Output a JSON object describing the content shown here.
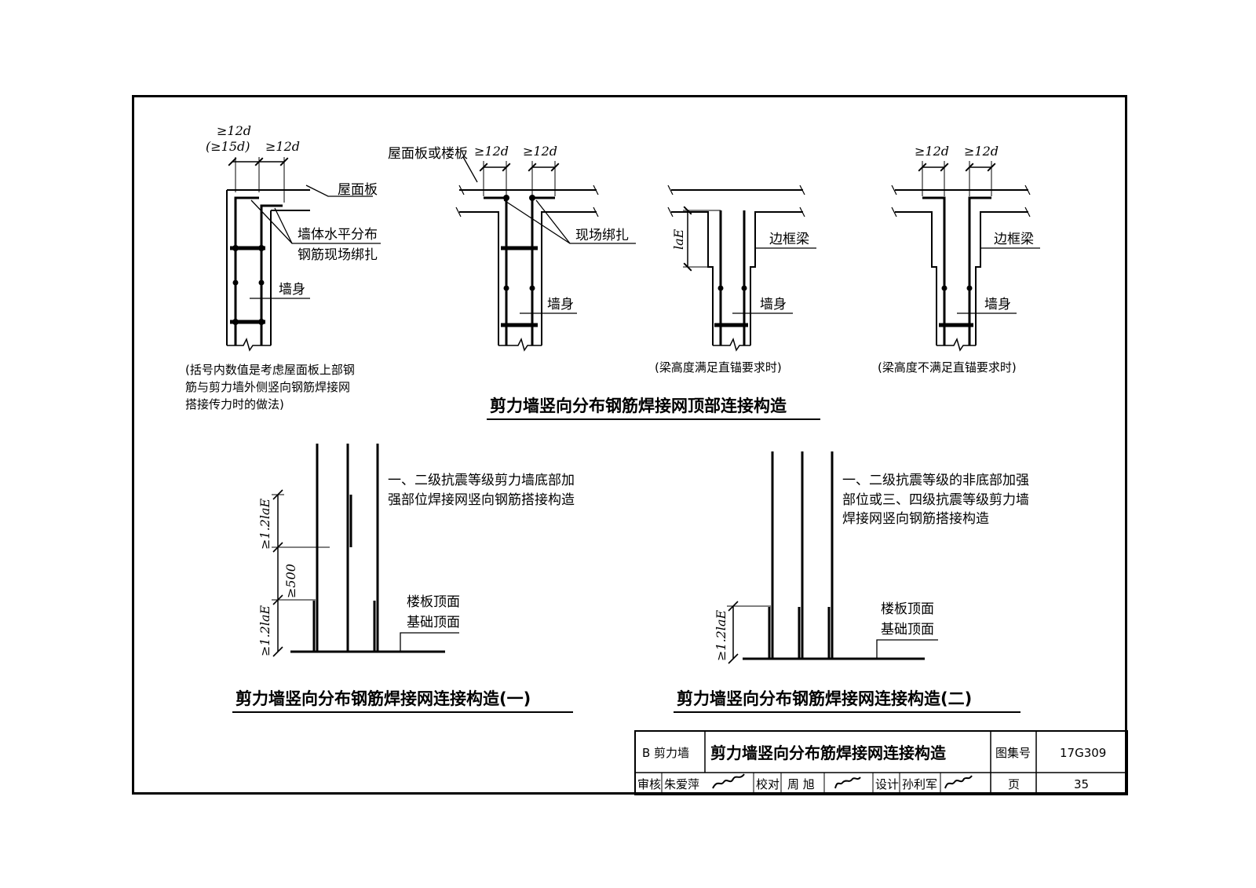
{
  "top": {
    "d1": {
      "dim_top": "≥12d",
      "dim_paren": "(≥15d)",
      "dim_right": "≥12d",
      "roof_label": "屋面板",
      "tie_label_1": "墙体水平分布",
      "tie_label_2": "钢筋现场绑扎",
      "wall_label": "墙身",
      "note_1": "(括号内数值是考虑屋面板上部钢",
      "note_2": "筋与剪力墙外侧竖向钢筋焊接网",
      "note_3": "搭接传力时的做法)"
    },
    "d2": {
      "slab_label": "屋面板或楼板",
      "dim_left": "≥12d",
      "dim_right": "≥12d",
      "tie_label": "现场绑扎",
      "wall_label": "墙身"
    },
    "d3": {
      "lae_label": "laE",
      "beam_label": "边框梁",
      "wall_label": "墙身",
      "caption": "(梁高度满足直锚要求时)"
    },
    "d4": {
      "dim_left": "≥12d",
      "dim_right": "≥12d",
      "beam_label": "边框梁",
      "wall_label": "墙身",
      "caption": "(梁高度不满足直锚要求时)"
    },
    "title": "剪力墙竖向分布钢筋焊接网顶部连接构造"
  },
  "bottom": {
    "b1": {
      "note_1": "一、二级抗震等级剪力墙底部加",
      "note_2": "强部位焊接网竖向钢筋搭接构造",
      "dim_a": "≥1.2laE",
      "dim_b": "≥500",
      "dim_c": "≥1.2laE",
      "floor_label": "楼板顶面",
      "found_label": "基础顶面",
      "title": "剪力墙竖向分布钢筋焊接网连接构造(一)"
    },
    "b2": {
      "note_1": "一、二级抗震等级的非底部加强",
      "note_2": "部位或三、四级抗震等级剪力墙",
      "note_3": "焊接网竖向钢筋搭接构造",
      "dim_a": "≥1.2laE",
      "floor_label": "楼板顶面",
      "found_label": "基础顶面",
      "title": "剪力墙竖向分布钢筋焊接网连接构造(二)"
    }
  },
  "title_block": {
    "section": "B 剪力墙",
    "drawing_title": "剪力墙竖向分布筋焊接网连接构造",
    "atlas_label": "图集号",
    "atlas_no": "17G309",
    "review_label": "审核",
    "reviewer": "朱爱萍",
    "check_label": "校对",
    "checker": "周 旭",
    "design_label": "设计",
    "designer": "孙利军",
    "page_label": "页",
    "page_no": "35"
  }
}
